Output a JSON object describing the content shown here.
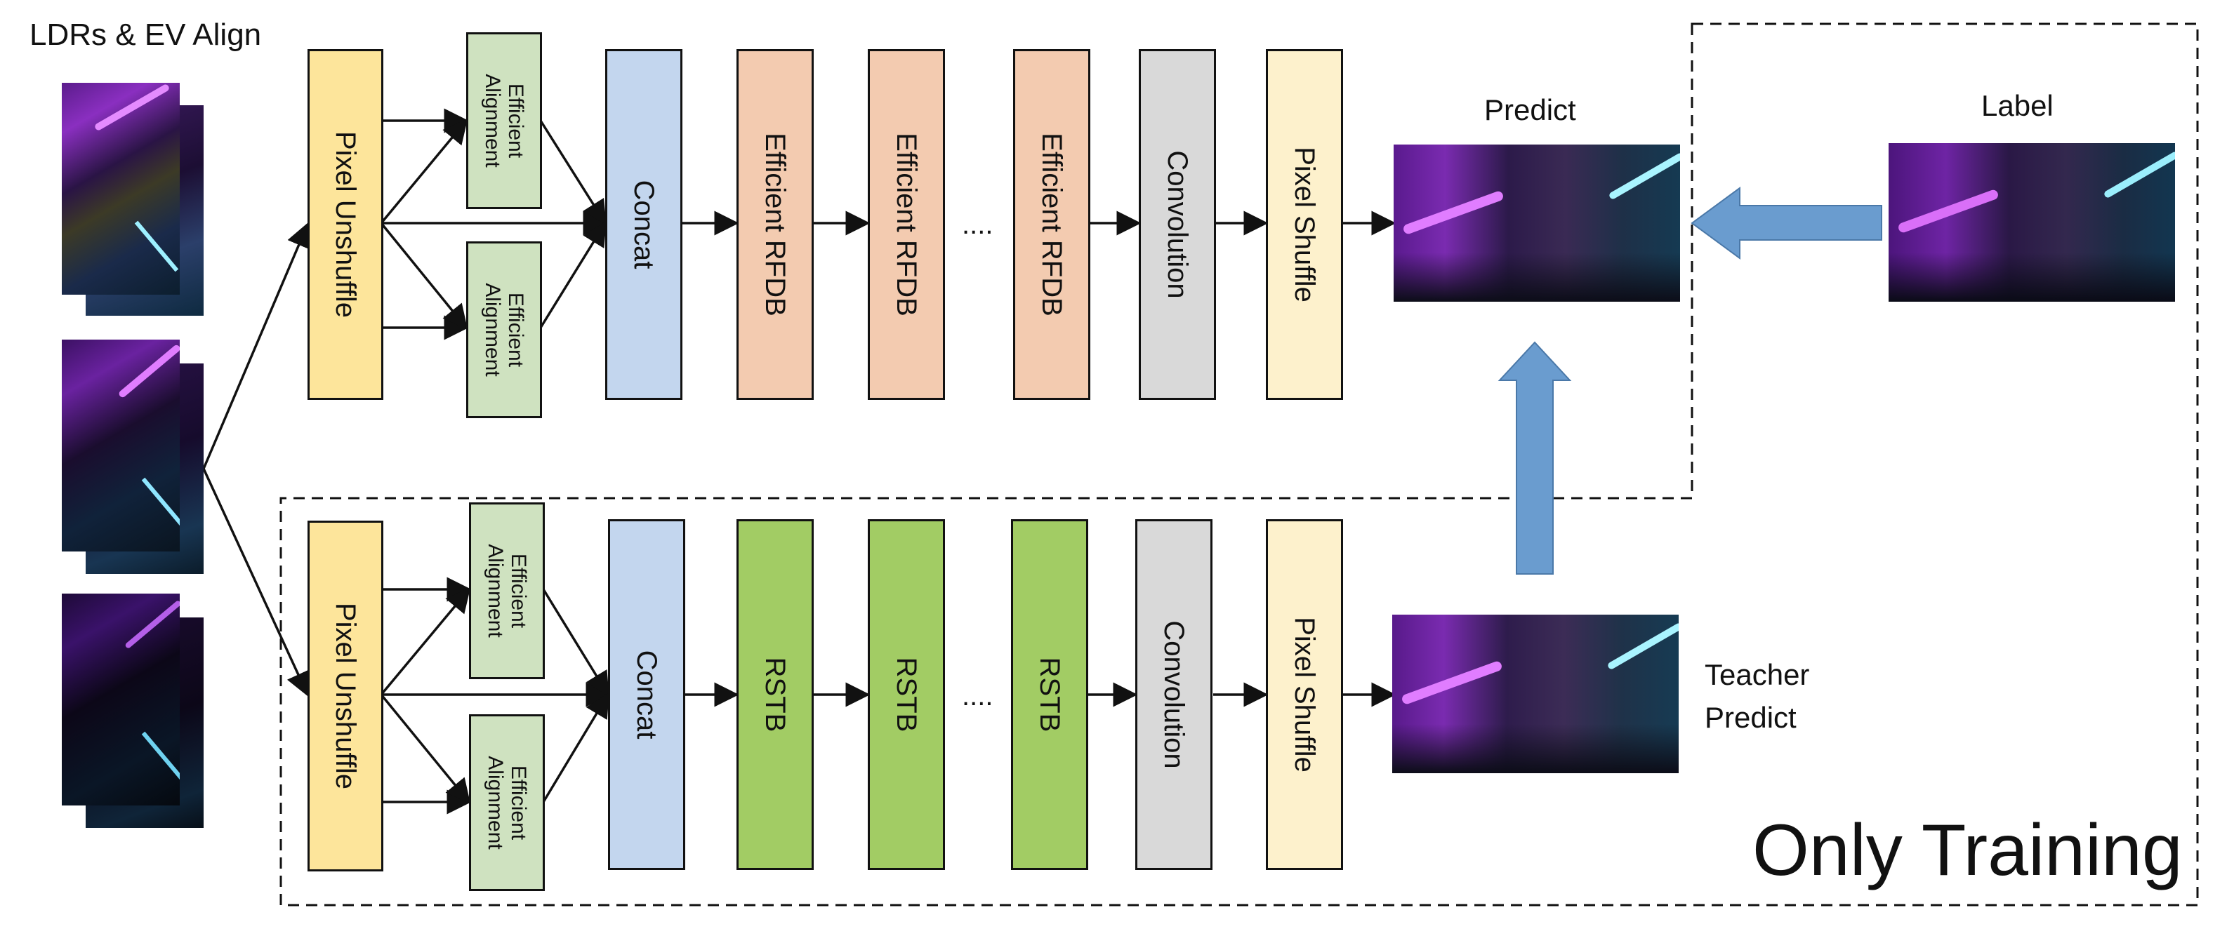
{
  "header": {
    "input_title": "LDRs & EV Align"
  },
  "student": {
    "pixel_unshuffle": "Pixel Unshuffle",
    "alignment_top": "Efficient\nAlignment",
    "alignment_bottom": "Efficient\nAlignment",
    "concat": "Concat",
    "block_1": "Efficient RFDB",
    "block_2": "Efficient RFDB",
    "ellipsis": "....",
    "block_3": "Efficient RFDB",
    "convolution": "Convolution",
    "pixel_shuffle": "Pixel Shuffle",
    "output_label": "Predict"
  },
  "teacher": {
    "pixel_unshuffle": "Pixel Unshuffle",
    "alignment_top": "Efficient\nAlignment",
    "alignment_bottom": "Efficient\nAlignment",
    "concat": "Concat",
    "block_1": "RSTB",
    "block_2": "RSTB",
    "ellipsis": "....",
    "block_3": "RSTB",
    "convolution": "Convolution",
    "pixel_shuffle": "Pixel Shuffle",
    "output_label": "Teacher\nPredict"
  },
  "label_image": {
    "label": "Label"
  },
  "region": {
    "only_training": "Only Training"
  },
  "colors": {
    "pixel_unshuffle": "#fde59b",
    "alignment": "#cfe2c0",
    "concat": "#c3d6ee",
    "rfdb": "#f3cbb0",
    "rstb": "#a2cc64",
    "convolution": "#d9d9d9",
    "pixel_shuffle": "#fdf1cc",
    "big_arrow": "#6a9ccf"
  }
}
